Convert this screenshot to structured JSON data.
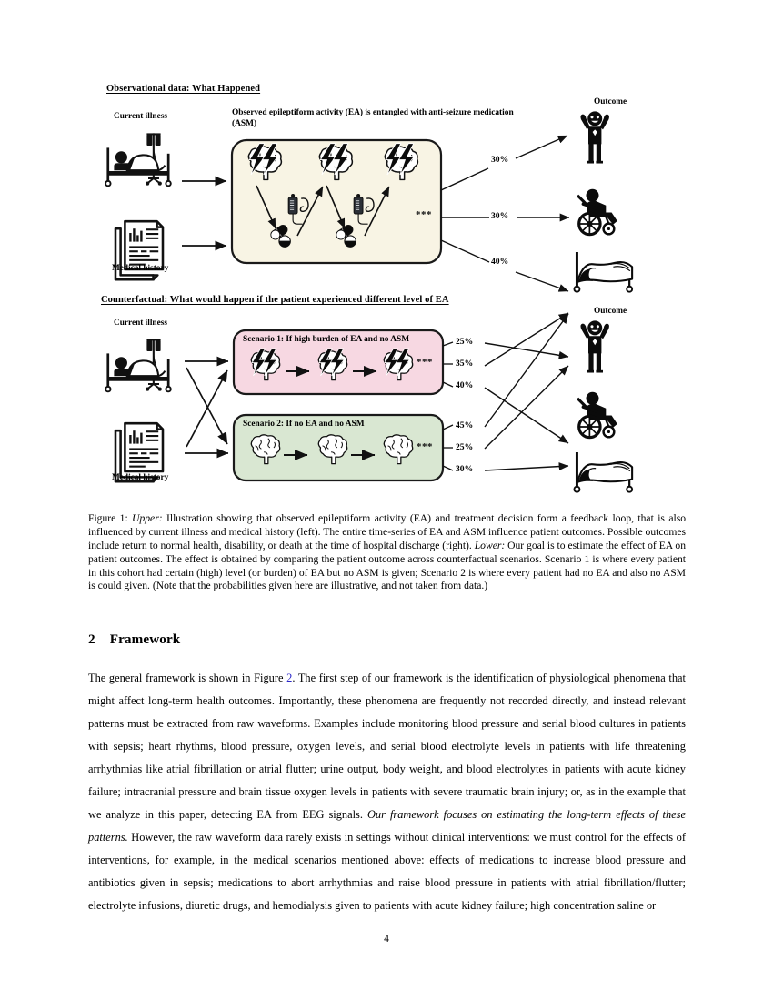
{
  "figure": {
    "upper": {
      "panel_heading": "Observational data: What Happened",
      "left_labels": [
        "Current illness",
        "Medical history"
      ],
      "box_title": "Observed epileptiform activity (EA) is entangled with anti-seizure medication (ASM)",
      "ellipsis": "***",
      "outcome_label": "Outcome",
      "percentages": [
        "30%",
        "30%",
        "40%"
      ],
      "box_color": "#f8f4e4",
      "box_border": "#1a1a1a"
    },
    "lower": {
      "panel_heading": "Counterfactual: What would happen if the patient experienced different level of EA",
      "left_labels": [
        "Current illness",
        "Medical history"
      ],
      "outcome_label": "Outcome",
      "ellipsis": "***",
      "scenario1": {
        "title": "Scenario 1: If high burden of EA and no ASM",
        "percentages": [
          "25%",
          "35%",
          "40%"
        ],
        "box_color": "#f7d8e2",
        "box_border": "#1a1a1a"
      },
      "scenario2": {
        "title": "Scenario 2: If no EA and no ASM",
        "percentages": [
          "45%",
          "25%",
          "30%"
        ],
        "box_color": "#d9e7d2",
        "box_border": "#1a1a1a"
      }
    }
  },
  "caption": {
    "label": "Figure 1: ",
    "upper_tag": "Upper:",
    "text1": " Illustration showing that observed epileptiform activity (EA) and treatment decision form a feedback loop, that is also influenced by current illness and medical history (left). The entire time-series of EA and ASM influence patient outcomes. Possible outcomes include return to normal health, disability, or death at the time of hospital discharge (right). ",
    "lower_tag": "Lower:",
    "text2": " Our goal is to estimate the effect of EA on patient outcomes. The effect is obtained by comparing the patient outcome across counterfactual scenarios. Scenario 1 is where every patient in this cohort had certain (high) level (or burden) of EA but no ASM is given; Scenario 2 is where every patient had no EA and also no ASM is could given. (Note that the probabilities given here are illustrative, and not taken from data.)"
  },
  "section": {
    "number": "2",
    "title": "Framework"
  },
  "body": {
    "p1_a": "The general framework is shown in Figure ",
    "p1_ref": "2",
    "p1_b": ". The first step of our framework is the identification of physiological phenomena that might affect long-term health outcomes. Importantly, these phenomena are frequently not recorded directly, and instead relevant patterns must be extracted from raw waveforms. Examples include monitoring blood pressure and serial blood cultures in patients with sepsis; heart rhythms, blood pressure, oxygen levels, and serial blood electrolyte levels in patients with life threatening arrhythmias like atrial fibrillation or atrial flutter; urine output, body weight, and blood electrolytes in patients with acute kidney failure; intracranial pressure and brain tissue oxygen levels in patients with severe traumatic brain injury; or, as in the example that we analyze in this paper, detecting EA from EEG signals. ",
    "p1_italic": "Our framework focuses on estimating the long-term effects of these patterns.",
    "p1_c": " However, the raw waveform data rarely exists in settings without clinical interventions: we must control for the effects of interventions, for example, in the medical scenarios mentioned above: effects of medications to increase blood pressure and antibiotics given in sepsis; medications to abort arrhythmias and raise blood pressure in patients with atrial fibrillation/flutter; electrolyte infusions, diuretic drugs, and hemodialysis given to patients with acute kidney failure; high concentration saline or"
  },
  "page_number": "4"
}
